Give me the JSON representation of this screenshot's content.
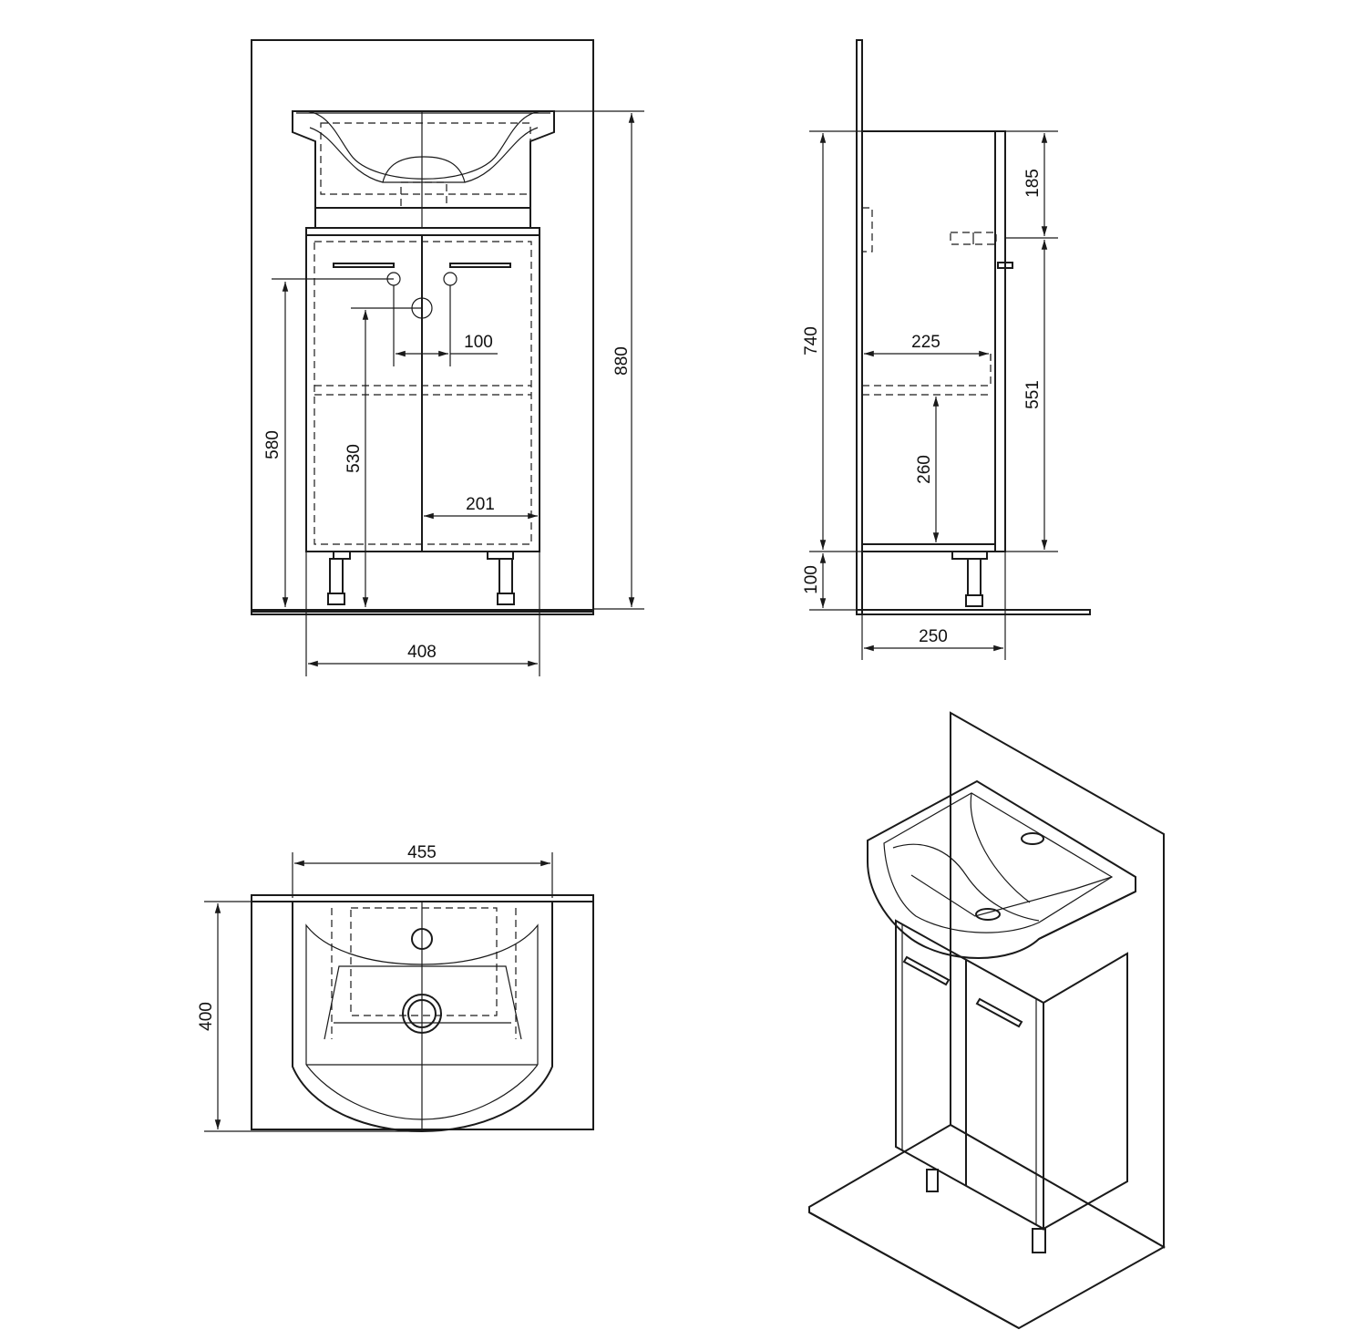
{
  "dimensions": {
    "front": {
      "total_height": "880",
      "drain_height": "530",
      "tap_height": "580",
      "tap_spacing": "100",
      "door_width": "201",
      "cabinet_width": "408"
    },
    "side": {
      "body_height": "740",
      "leg_height": "100",
      "depth": "250",
      "shelf_depth": "225",
      "shelf_height": "260",
      "top_to_outlet": "185",
      "outlet_height": "551"
    },
    "top": {
      "basin_width": "455",
      "basin_depth": "400"
    }
  }
}
